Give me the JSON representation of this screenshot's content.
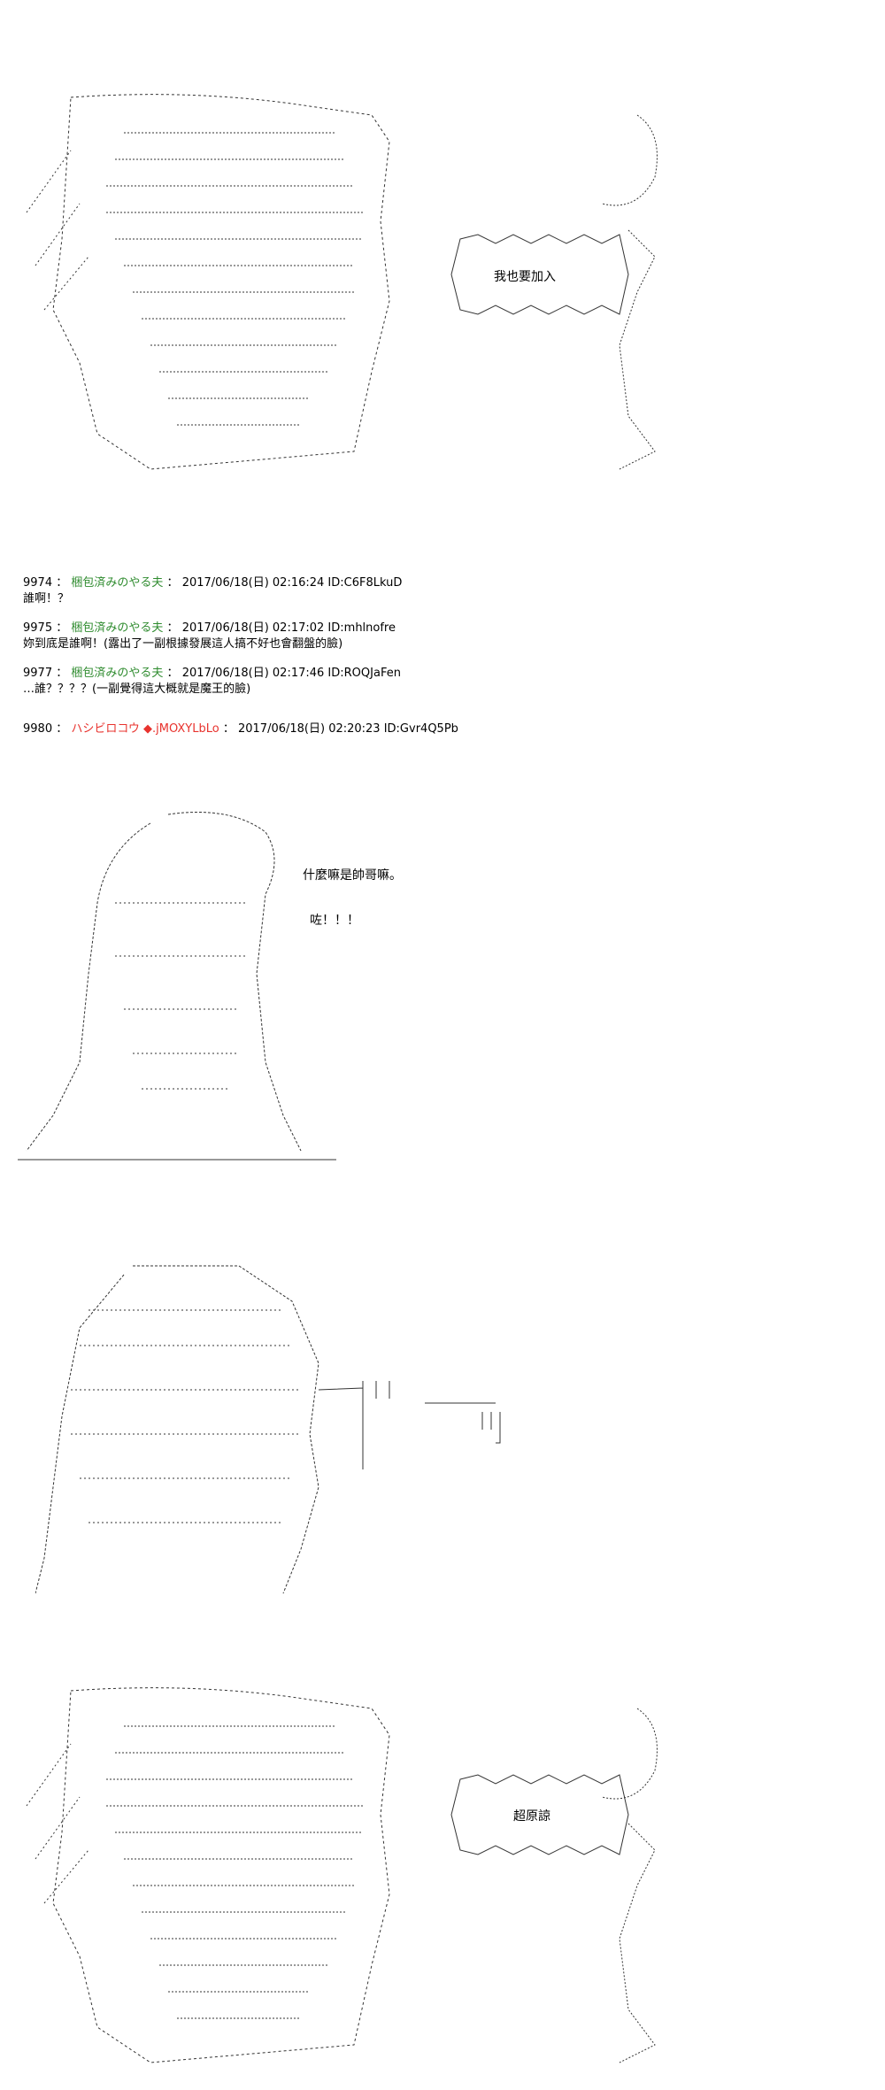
{
  "posts": [
    {
      "num": "9974",
      "sep": "：",
      "name": "梱包済みのやる夫",
      "sep2": "：",
      "datetime": "2017/06/18(日) 02:16:24 ID:C6F8LkuD",
      "body": "誰啊！？"
    },
    {
      "num": "9975",
      "sep": "：",
      "name": "梱包済みのやる夫",
      "sep2": "：",
      "datetime": "2017/06/18(日) 02:17:02 ID:mhlnofre",
      "body": "妳到底是誰啊！(露出了一副根據發展這人搞不好也會翻盤的臉)"
    },
    {
      "num": "9977",
      "sep": "：",
      "name": "梱包済みのやる夫",
      "sep2": "：",
      "datetime": "2017/06/18(日) 02:17:46 ID:ROQJaFen",
      "body": "…誰？？？？(一副覺得這大概就是魔王的臉)"
    },
    {
      "num": "9980",
      "sep": "：",
      "name": "ハシビロコウ",
      "trip": "◆.jMOXYLbLo",
      "sep2": "：",
      "datetime": "2017/06/18(日) 02:20:23 ID:Gvr4Q5Pb",
      "body": ""
    }
  ],
  "speech": {
    "top_bubble": "我也要加入",
    "girl_line1": "什麼嘛是帥哥嘛。",
    "girl_line2": "咗！！！",
    "bottom_bubble": "超原諒"
  },
  "colors": {
    "green_name": "#2e8b2e",
    "red_name": "#e8332e"
  }
}
